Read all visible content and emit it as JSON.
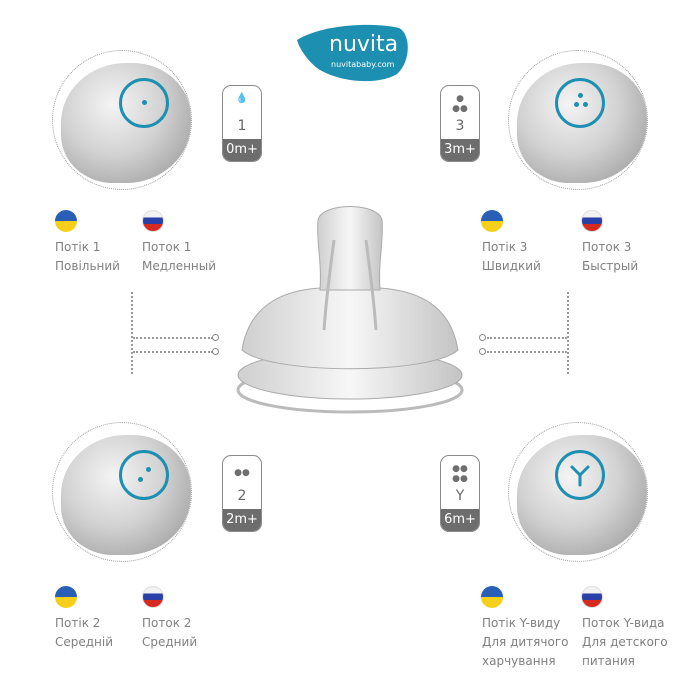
{
  "logo": {
    "brand": "nuvita",
    "site": "nuvitababy.com",
    "color": "#1d8fb0"
  },
  "accent_color": "#1d8fb0",
  "variants": [
    {
      "id": "tl",
      "drops": 1,
      "badge_number": "1",
      "badge_age": "0m+",
      "ua_line1": "Потік 1",
      "ua_line2": "Повільний",
      "ru_line1": "Поток 1",
      "ru_line2": "Медленный"
    },
    {
      "id": "tr",
      "drops": 3,
      "badge_number": "3",
      "badge_age": "3m+",
      "ua_line1": "Потік 3",
      "ua_line2": "Швидкий",
      "ru_line1": "Поток 3",
      "ru_line2": "Быстрый"
    },
    {
      "id": "bl",
      "drops": 2,
      "badge_number": "2",
      "badge_age": "2m+",
      "ua_line1": "Потік 2",
      "ua_line2": "Середній",
      "ru_line1": "Поток 2",
      "ru_line2": "Средний"
    },
    {
      "id": "br",
      "drops": 4,
      "badge_number": "Y",
      "badge_age": "6m+",
      "ua_line1": "Потік Y-виду",
      "ua_line2": "Для дитячого",
      "ua_line3": "харчування",
      "ru_line1": "Поток Y-вида",
      "ru_line2": "Для детского",
      "ru_line3": "питания"
    }
  ]
}
